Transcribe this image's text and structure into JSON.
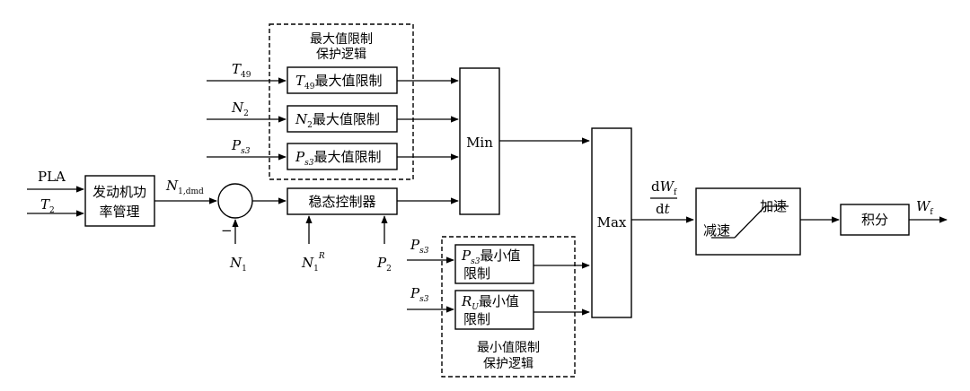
{
  "max_protection": {
    "caption_line1": "最大值限制",
    "caption_line2": "保护逻辑",
    "t49_block": "最大值限制",
    "n2_block": "最大值限制",
    "ps3_block": "最大值限制"
  },
  "min_protection": {
    "caption_line1": "最小值限制",
    "caption_line2": "保护逻辑",
    "ps3_block_line1": "最小值",
    "ps3_block_line2": "限制",
    "ru_block_line1": "最小值",
    "ru_block_line2": "限制"
  },
  "blocks": {
    "engine_line1": "发动机功",
    "engine_line2": "率管理",
    "steady_controller": "稳态控制器",
    "min": "Min",
    "max": "Max",
    "decel": "减速",
    "accel": "加速",
    "integral": "积分"
  },
  "signals": {
    "pla": "PLA",
    "t2": "T",
    "t2_sub": "2",
    "t49": "T",
    "t49_sub": "49",
    "n2": "N",
    "n2_sub": "2",
    "ps3": "P",
    "ps3_sub": "s3",
    "n1dmd": "N",
    "n1dmd_sub": "1,dmd",
    "n1": "N",
    "n1_sub": "1",
    "n1r": "N",
    "n1r_sub": "1",
    "n1r_sup": "R",
    "p2": "P",
    "p2_sub": "2",
    "minus": "−",
    "dwf_d": "d",
    "dwf_w": "W",
    "dwf_sub": "f",
    "dt_d": "d",
    "dt_t": "t",
    "wf": "W",
    "wf_sub": "f",
    "ru": "R",
    "ru_sub": "U"
  }
}
